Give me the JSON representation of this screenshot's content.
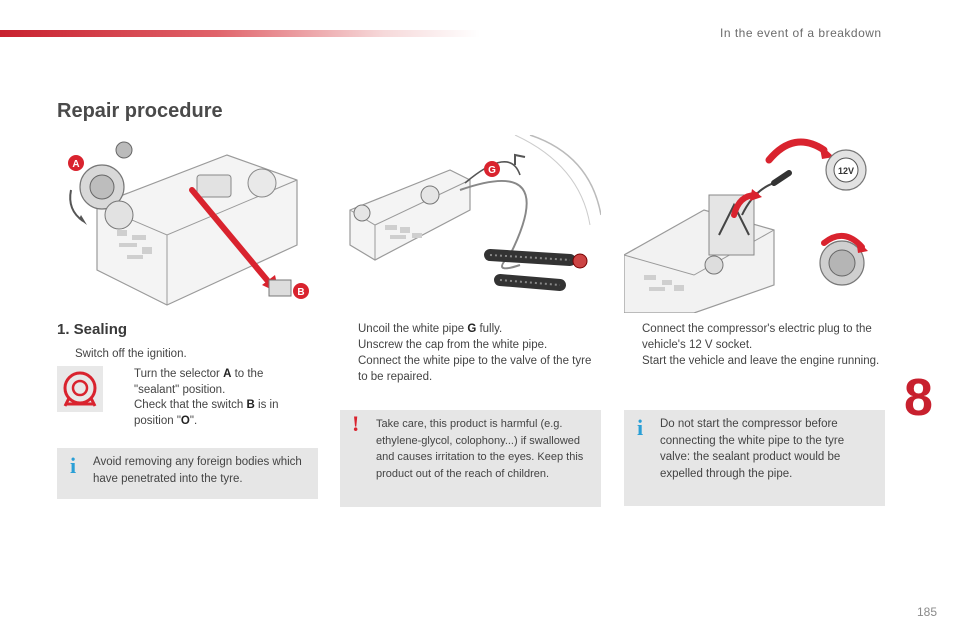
{
  "header": {
    "title": "In the event of a breakdown"
  },
  "page_title": "Repair procedure",
  "section1": {
    "title": "1. Sealing"
  },
  "bullet_glyph": "",
  "col1": {
    "step1": "Switch off the ignition.",
    "step2_pre": "Turn the selector ",
    "step2_bold": "A",
    "step2_post": " to the \"sealant\" position.",
    "step3_pre": "Check that the switch ",
    "step3_bold": "B",
    "step3_mid": " is in position \"",
    "step3_bold2": "O",
    "step3_post": "\".",
    "info_text": "Avoid removing any foreign bodies which have penetrated into the tyre."
  },
  "col2": {
    "step1_pre": "Uncoil the white pipe ",
    "step1_bold": "G",
    "step1_post": " fully.",
    "step2": "Unscrew the cap from the white pipe.",
    "step3": "Connect the white pipe to the valve of the tyre to be repaired.",
    "warning_text": "Take care, this product is harmful (e.g. ethylene-glycol, colophony...) if swallowed and causes irritation to the eyes. Keep this product out of the reach of children."
  },
  "col3": {
    "step1": "Connect the compressor's electric plug to the vehicle's 12 V socket.",
    "step2": "Start the vehicle and leave the engine running.",
    "info_text": "Do not start the compressor before connecting the white pipe to the tyre valve: the sealant product would be expelled through the pipe."
  },
  "illustration_labels": {
    "a": "A",
    "b": "B",
    "g": "G",
    "socket": "12V"
  },
  "icons": {
    "info": "i",
    "warning": "!"
  },
  "colors": {
    "accent": "#c8202e",
    "box_bg": "#e6e6e6",
    "info_blue": "#2a9fd6",
    "warning_red": "#d9232e"
  },
  "chapter": "8",
  "page_number": "185"
}
